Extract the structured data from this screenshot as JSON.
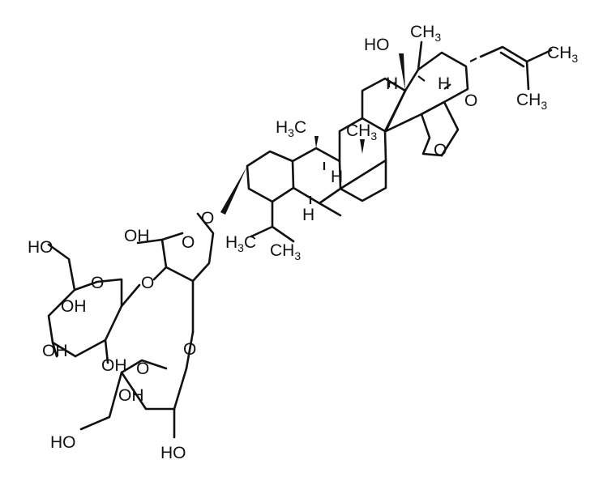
{
  "labels": {
    "ho_top": "HO",
    "ch3_top": "CH",
    "ch3_top_sub": "3",
    "ch3_vinyl1": "CH",
    "ch3_vinyl1_sub": "3",
    "ch3_vinyl2": "CH",
    "ch3_vinyl2_sub": "3",
    "h_ring1": "H",
    "h_ring2": "H",
    "o_ring_upper": "O",
    "o_bridge": "O",
    "h3c_left": "H",
    "h3c_left_sub": "3",
    "h3c_left_c": "C",
    "ch3_mid": "CH",
    "ch3_mid_sub": "3",
    "h_mid": "H",
    "o_glyco": "O",
    "h_lower": "H",
    "h3c_gem": "H",
    "h3c_gem_sub": "3",
    "h3c_gem_c": "C",
    "ch3_gem": "CH",
    "ch3_gem_sub": "3",
    "oh_sugar1": "OH",
    "o_sugar1_ring": "O",
    "ho_left": "HO",
    "o_sugar2_ring": "O",
    "o_link1": "O",
    "oh_a": "OH",
    "oh_b": "OH",
    "oh_c": "OH",
    "o_link2": "O",
    "o_sugar3_ring": "O",
    "oh_d": "OH",
    "ho_bottom": "HO",
    "ho_bottom2": "HO"
  }
}
